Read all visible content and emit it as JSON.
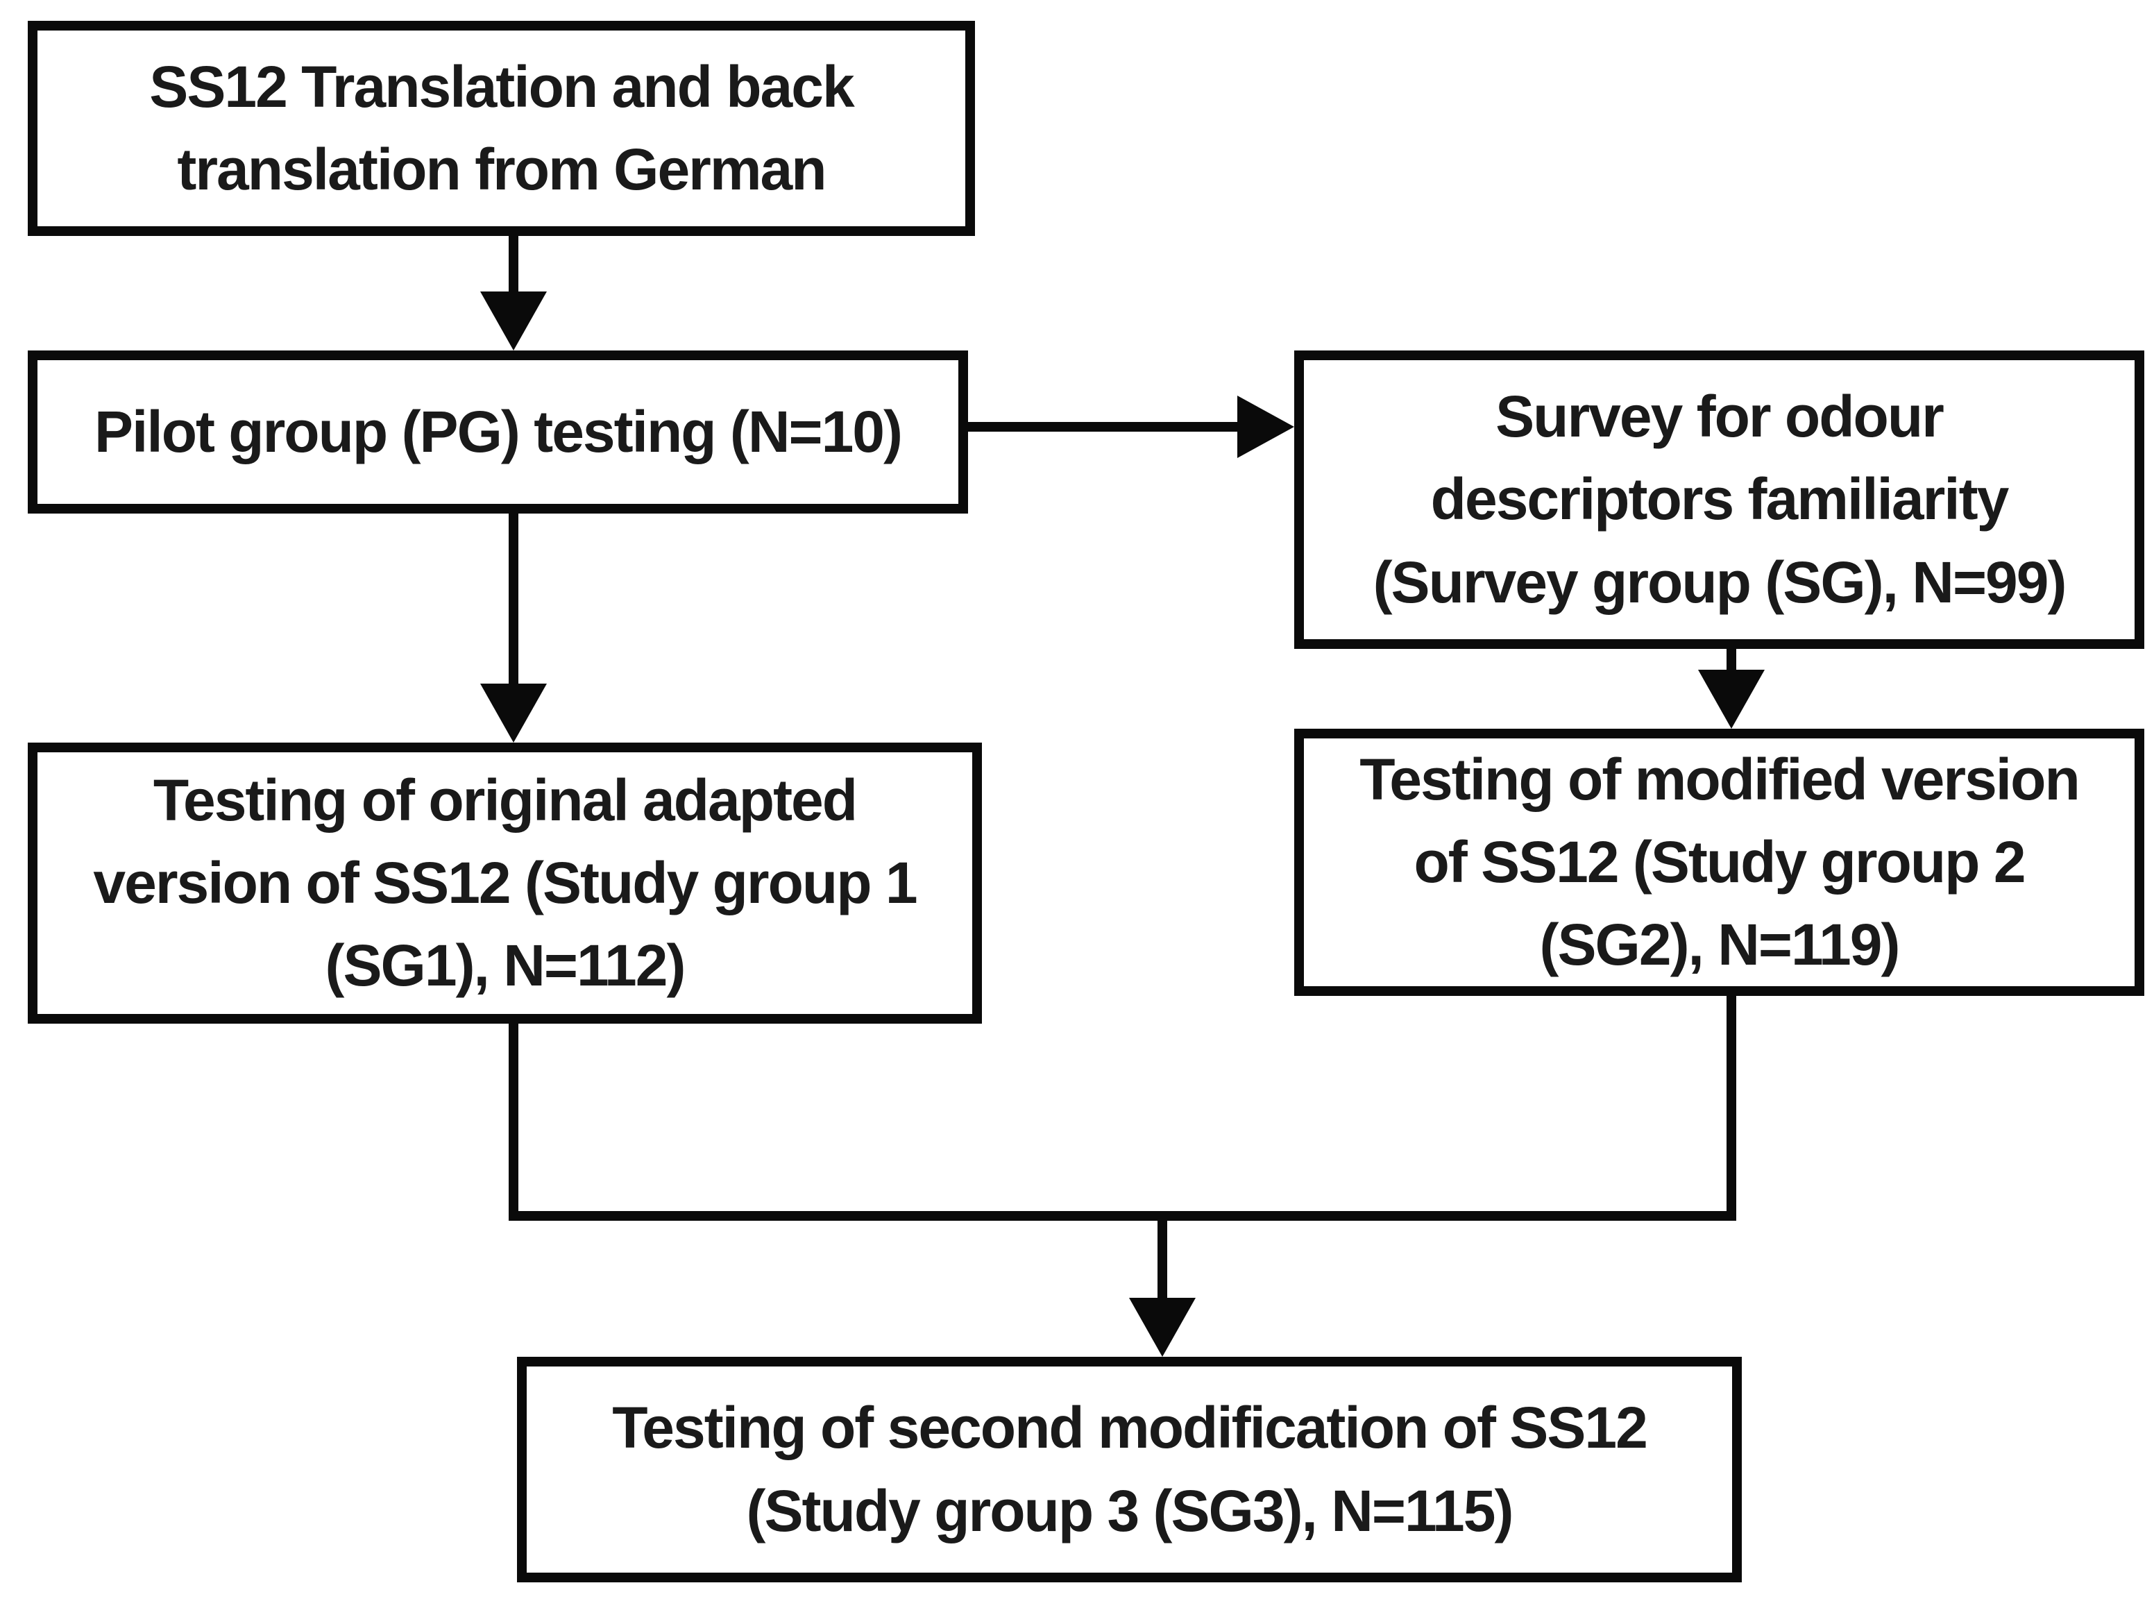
{
  "figure": {
    "type": "flowchart",
    "background_color": "#ffffff",
    "stroke_color": "#0a0a0a",
    "text_color": "#1a1a1a"
  },
  "boxes": {
    "translation": {
      "lines": [
        "SS12 Translation and back",
        "translation from German"
      ]
    },
    "pilot": {
      "lines": [
        "Pilot group (PG) testing (N=10)"
      ]
    },
    "survey": {
      "lines": [
        "Survey for odour",
        "descriptors familiarity",
        "(Survey group (SG), N=99)"
      ]
    },
    "sg1": {
      "lines": [
        "Testing of original adapted",
        "version of SS12 (Study group 1",
        "(SG1), N=112)"
      ]
    },
    "sg2": {
      "lines": [
        "Testing of modified version",
        "of SS12 (Study group 2",
        "(SG2), N=119)"
      ]
    },
    "sg3": {
      "lines": [
        "Testing of second modification of SS12",
        "(Study group 3 (SG3), N=115)"
      ]
    }
  },
  "connections": [
    {
      "from": "translation",
      "to": "pilot",
      "style": "arrow-down"
    },
    {
      "from": "pilot",
      "to": "survey",
      "style": "arrow-right"
    },
    {
      "from": "pilot",
      "to": "sg1",
      "style": "arrow-down"
    },
    {
      "from": "survey",
      "to": "sg2",
      "style": "arrow-down"
    },
    {
      "from": "sg1+sg2",
      "to": "sg3",
      "style": "merge-arrow-down"
    }
  ]
}
